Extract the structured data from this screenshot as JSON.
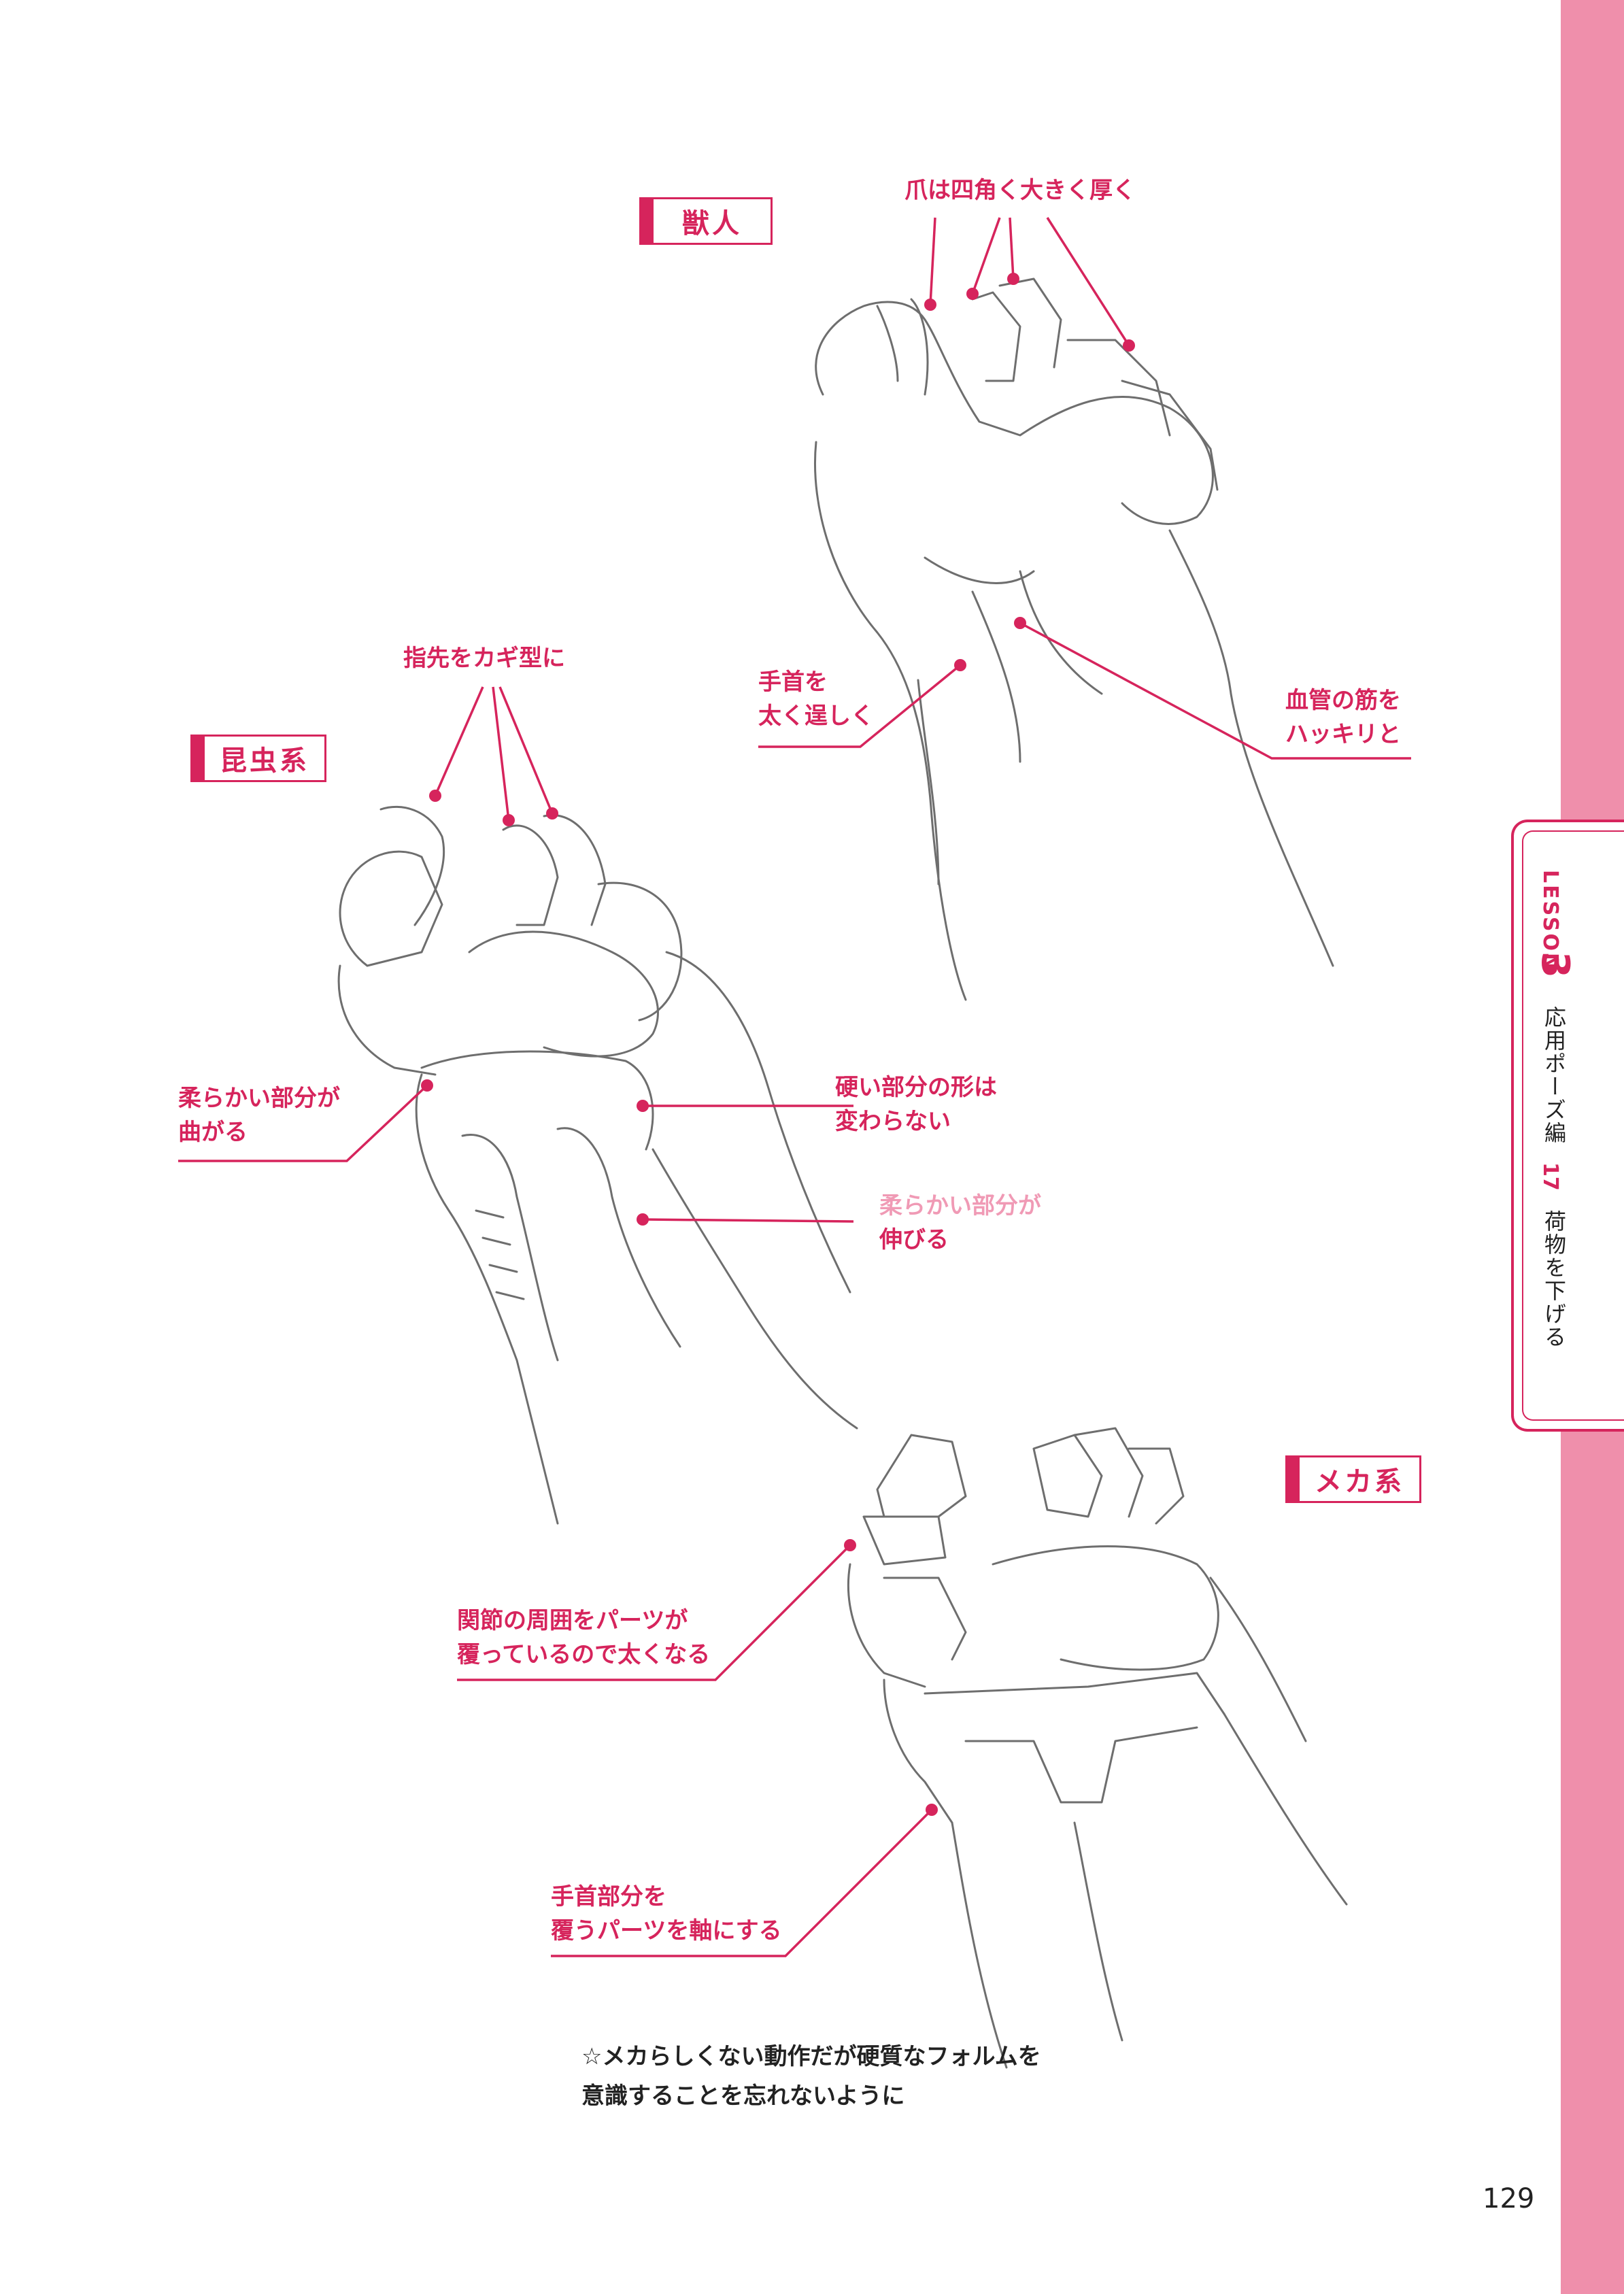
{
  "sections": {
    "beast": "獣人",
    "insect": "昆虫系",
    "mecha": "メカ系"
  },
  "annotations": {
    "beast_claws": "爪は四角く大きく厚く",
    "beast_wrist": [
      "手首を",
      "太く逞しく"
    ],
    "beast_veins": [
      "血管の筋を",
      "ハッキリと"
    ],
    "insect_fingertips": "指先をカギ型に",
    "insect_soft_bend": [
      "柔らかい部分が",
      "曲がる"
    ],
    "insect_hard": [
      "硬い部分の形は",
      "変わらない"
    ],
    "insect_soft_stretch": [
      "柔らかい部分が",
      "伸びる"
    ],
    "mecha_joint": [
      "関節の周囲をパーツが",
      "覆っているので太くなる"
    ],
    "mecha_wrist": [
      "手首部分を",
      "覆うパーツを軸にする"
    ]
  },
  "note": [
    "☆メカらしくない動作だが硬質なフォルムを",
    "意識することを忘れないように"
  ],
  "side_tab": {
    "lesson_word": "LESSON",
    "lesson_number": "3",
    "chapter": "応用ポーズ編",
    "item_number": "17",
    "item_title": "荷物を下げる"
  },
  "page_number": "129",
  "colors": {
    "accent": "#d6245c",
    "side_strip": "#ef8fab"
  }
}
